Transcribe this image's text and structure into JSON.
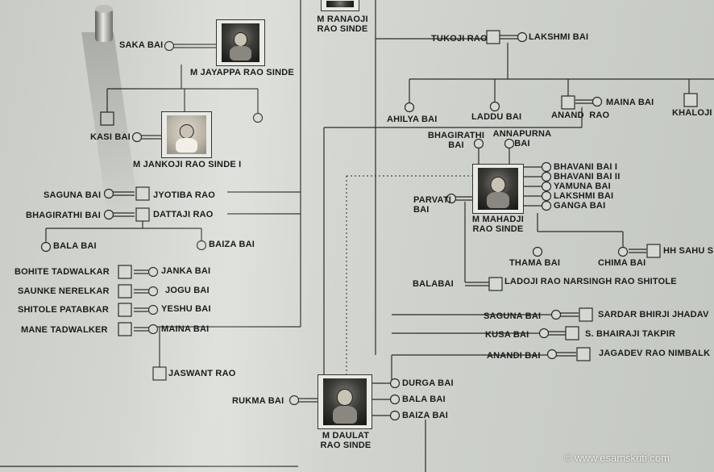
{
  "tree": {
    "labels": {
      "ranaoji": "M RANAOJI\nRAO SINDE",
      "saka_bai": "SAKA BAI",
      "jayappa": "M JAYAPPA RAO SINDE",
      "kasi_bai": "KASI BAI",
      "jankoji": "M JANKOJI RAO SINDE I",
      "saguna_bai_1": "SAGUNA BAI",
      "jyotiba": "JYOTIBA RAO",
      "bhagirathi_bai_1": "BHAGIRATHI BAI",
      "dattaji": "DATTAJI RAO",
      "bala_bai_1": "BALA BAI",
      "baiza_bai_1": "BAIZA BAI",
      "bohite": "BOHITE TADWALKAR",
      "janka_bai": "JANKA BAI",
      "saunke": "SAUNKE NERELKAR",
      "jogu_bai": "JOGU BAI",
      "shitole": "SHITOLE PATABKAR",
      "yeshu_bai": "YESHU BAI",
      "mane": "MANE TADWALKER",
      "maina_bai_1": "MAINA BAI",
      "jaswant": "JASWANT RAO",
      "rukma_bai": "RUKMA BAI",
      "daulat": "M DAULAT\nRAO SINDE",
      "durga_bai": "DURGA BAI",
      "bala_bai_2": "BALA BAI",
      "baiza_bai_2": "BAIZA BAI",
      "tukoji": "TUKOJI RAO",
      "lakshmi_bai_1": "LAKSHMI BAI",
      "ahilya_bai": "AHILYA BAI",
      "laddu_bai": "LADDU BAI",
      "anand_rao": "ANAND  RAO",
      "maina_bai_2": "MAINA BAI",
      "khaloji": "KHALOJI",
      "bhagirathi_bai_2": "BHAGIRATHI\nBAI",
      "annapurna_bai": "ANNAPURNA\nBAI",
      "bhavani_bai_i": "BHAVANI BAI I",
      "bhavani_bai_ii": "BHAVANI BAI II",
      "yamuna_bai": "YAMUNA BAI",
      "lakshmi_bai_2": "LAKSHMI BAI",
      "ganga_bai": "GANGA BAI",
      "parvati_bai": "PARVATI\nBAI",
      "mahadji": "M MAHADJI\nRAO SINDE",
      "thama_bai": "THAMA BAI",
      "chima_bai": "CHIMA BAI",
      "hh_sahu": "HH SAHU S",
      "balabai": "BALABAI",
      "ladoji": "LADOJI RAO NARSINGH RAO SHITOLE",
      "saguna_bai_2": "SAGUNA BAI",
      "sardar_bhirji": "SARDAR BHIRJI JHADAV",
      "kusa_bai": "KUSA BAI",
      "bhairaji": "S. BHAIRAJI TAKPIR",
      "anandi_bai": "ANANDI BAI",
      "jagadev": "JAGADEV RAO NIMBALK"
    },
    "colors": {
      "line": "#2a2a2a",
      "text": "#1b1b1b"
    }
  },
  "watermark": "© www.esamskriti.com",
  "icons": {
    "female": "circle-node",
    "male": "square-node",
    "pin": "metal-pin"
  }
}
